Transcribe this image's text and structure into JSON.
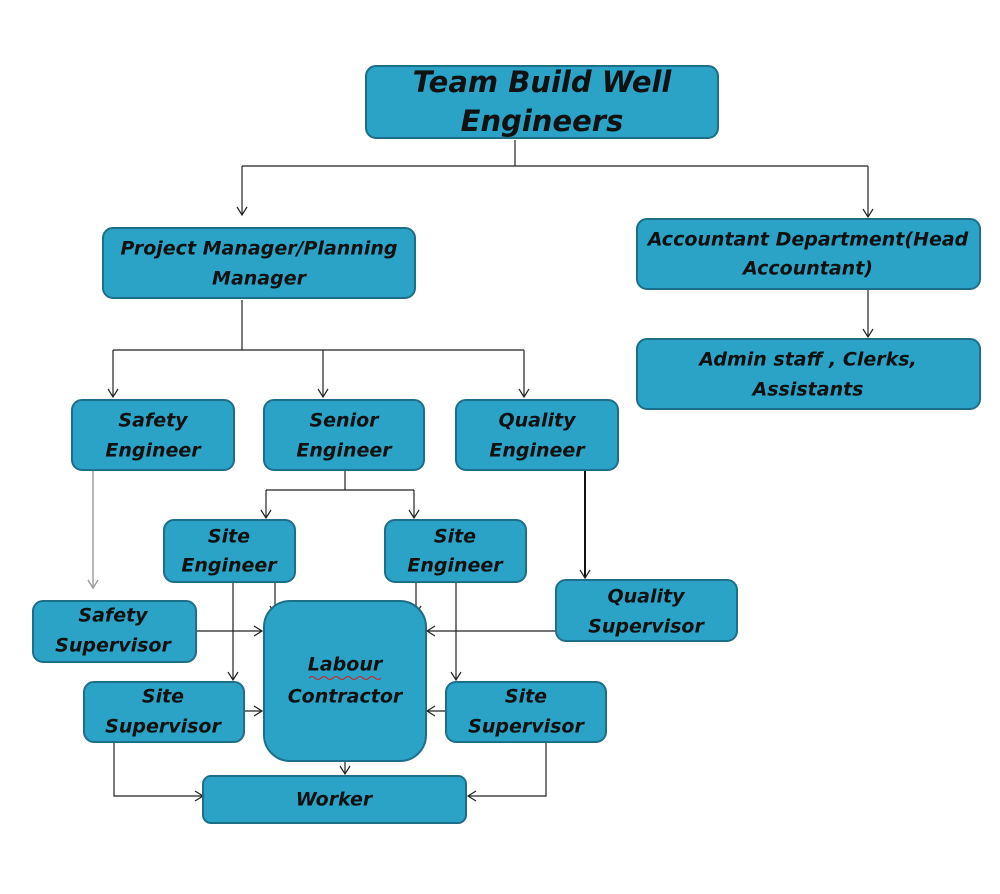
{
  "diagram": {
    "root": {
      "line1": "Team Build Well",
      "line2": "Engineers"
    },
    "project_manager": {
      "line1": "Project Manager/Planning",
      "line2": "Manager"
    },
    "accountant": {
      "line1": "Accountant Department(Head",
      "line2": "Accountant)"
    },
    "admin": {
      "line1": "Admin staff , Clerks,",
      "line2": "Assistants"
    },
    "safety_engineer": {
      "line1": "Safety",
      "line2": "Engineer"
    },
    "senior_engineer": {
      "line1": "Senior",
      "line2": "Engineer"
    },
    "quality_engineer": {
      "line1": "Quality",
      "line2": "Engineer"
    },
    "site_engineer_left": {
      "line1": "Site",
      "line2": "Engineer"
    },
    "site_engineer_right": {
      "line1": "Site",
      "line2": "Engineer"
    },
    "safety_supervisor": {
      "line1": "Safety",
      "line2": "Supervisor"
    },
    "quality_supervisor": {
      "line1": "Quality",
      "line2": "Supervisor"
    },
    "labour_contractor": {
      "line1": "Labour",
      "line2": "Contractor"
    },
    "site_supervisor_left": {
      "line1": "Site",
      "line2": "Supervisor"
    },
    "site_supervisor_right": {
      "line1": "Site",
      "line2": "Supervisor"
    },
    "worker": {
      "line1": "Worker"
    }
  },
  "colors": {
    "box_fill": "#2aa3c6",
    "box_border": "#1d6f89",
    "text": "#111111",
    "connector": "#222222",
    "connector_light": "#9a9a9a"
  }
}
